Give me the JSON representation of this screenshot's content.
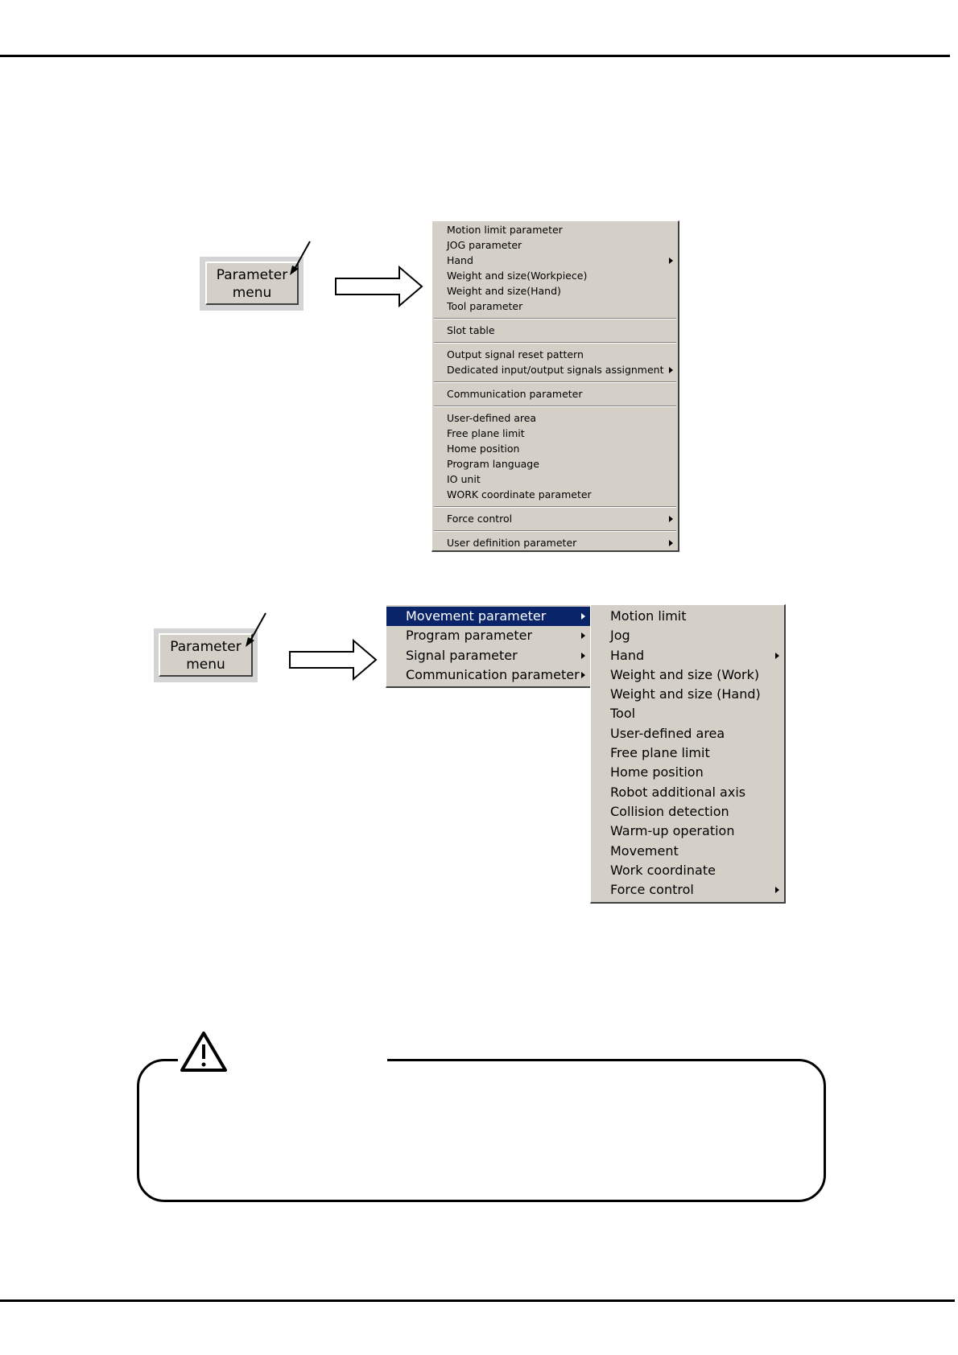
{
  "figure1": {
    "button": {
      "line1": "Parameter",
      "line2": "menu"
    },
    "menu_groups": [
      [
        {
          "label": "Motion limit parameter",
          "submenu": false
        },
        {
          "label": "JOG parameter",
          "submenu": false
        },
        {
          "label": "Hand",
          "submenu": true
        },
        {
          "label": "Weight and size(Workpiece)",
          "submenu": false
        },
        {
          "label": "Weight and size(Hand)",
          "submenu": false
        },
        {
          "label": "Tool parameter",
          "submenu": false
        }
      ],
      [
        {
          "label": "Slot table",
          "submenu": false
        }
      ],
      [
        {
          "label": "Output signal reset pattern",
          "submenu": false
        },
        {
          "label": "Dedicated input/output signals assignment",
          "submenu": true
        }
      ],
      [
        {
          "label": "Communication parameter",
          "submenu": false
        }
      ],
      [
        {
          "label": "User-defined area",
          "submenu": false
        },
        {
          "label": "Free plane limit",
          "submenu": false
        },
        {
          "label": "Home position",
          "submenu": false
        },
        {
          "label": "Program language",
          "submenu": false
        },
        {
          "label": "IO unit",
          "submenu": false
        },
        {
          "label": "WORK coordinate parameter",
          "submenu": false
        }
      ],
      [
        {
          "label": "Force control",
          "submenu": true
        }
      ],
      [
        {
          "label": "User definition parameter",
          "submenu": true
        }
      ]
    ]
  },
  "figure2": {
    "button": {
      "line1": "Parameter",
      "line2": "menu"
    },
    "main_menu": [
      {
        "label": "Movement parameter",
        "submenu": true,
        "selected": true
      },
      {
        "label": "Program parameter",
        "submenu": true,
        "selected": false
      },
      {
        "label": "Signal parameter",
        "submenu": true,
        "selected": false
      },
      {
        "label": "Communication parameter",
        "submenu": true,
        "selected": false
      }
    ],
    "sub_menu": [
      {
        "label": "Motion limit",
        "submenu": false
      },
      {
        "label": "Jog",
        "submenu": false
      },
      {
        "label": "Hand",
        "submenu": true
      },
      {
        "label": "Weight and size (Work)",
        "submenu": false
      },
      {
        "label": "Weight and size (Hand)",
        "submenu": false
      },
      {
        "label": "Tool",
        "submenu": false
      },
      {
        "label": "User-defined area",
        "submenu": false
      },
      {
        "label": "Free plane limit",
        "submenu": false
      },
      {
        "label": "Home position",
        "submenu": false
      },
      {
        "label": "Robot additional axis",
        "submenu": false
      },
      {
        "label": "Collision detection",
        "submenu": false
      },
      {
        "label": "Warm-up operation",
        "submenu": false
      },
      {
        "label": "Movement",
        "submenu": false
      },
      {
        "label": "Work coordinate",
        "submenu": false
      },
      {
        "label": "Force control",
        "submenu": true
      }
    ]
  },
  "caution": {
    "icon": "warning-triangle-icon"
  }
}
